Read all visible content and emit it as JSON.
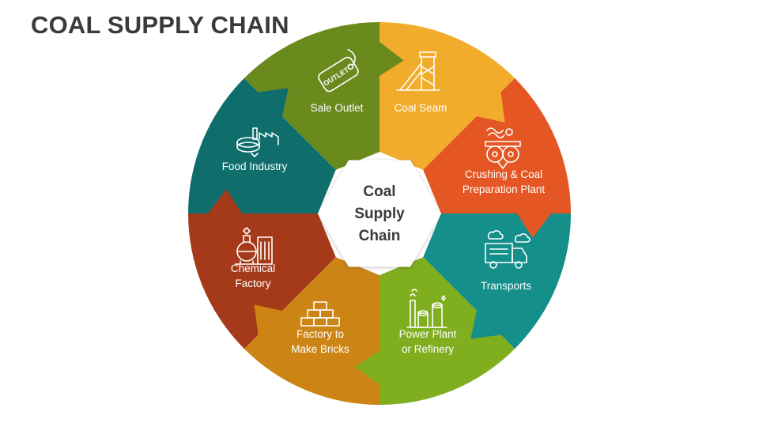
{
  "title": "COAL SUPPLY CHAIN",
  "center": {
    "lines": [
      "Coal",
      "Supply",
      "Chain"
    ]
  },
  "segments": [
    {
      "id": "coal-seam",
      "label_lines": [
        "Coal Seam"
      ],
      "color": "#F2AC2C",
      "icon": "mine-icon"
    },
    {
      "id": "crushing",
      "label_lines": [
        "Crushing & Coal",
        "Preparation Plant"
      ],
      "color": "#E45623",
      "icon": "crusher-icon"
    },
    {
      "id": "transports",
      "label_lines": [
        "Transports"
      ],
      "color": "#148F8A",
      "icon": "truck-icon"
    },
    {
      "id": "power-plant",
      "label_lines": [
        "Power Plant",
        "or Refinery"
      ],
      "color": "#7FAE1F",
      "icon": "power-plant-icon"
    },
    {
      "id": "bricks",
      "label_lines": [
        "Factory to",
        "Make Bricks"
      ],
      "color": "#CC8514",
      "icon": "bricks-icon"
    },
    {
      "id": "chemical",
      "label_lines": [
        "Chemical",
        "Factory"
      ],
      "color": "#A53A1B",
      "icon": "chemical-factory-icon"
    },
    {
      "id": "food",
      "label_lines": [
        "Food Industry"
      ],
      "color": "#0F6E6C",
      "icon": "food-factory-icon"
    },
    {
      "id": "sale-outlet",
      "label_lines": [
        "Sale Outlet"
      ],
      "color": "#6A8A1E",
      "icon": "outlet-tag-icon",
      "icon_text": "OUTLET"
    }
  ]
}
